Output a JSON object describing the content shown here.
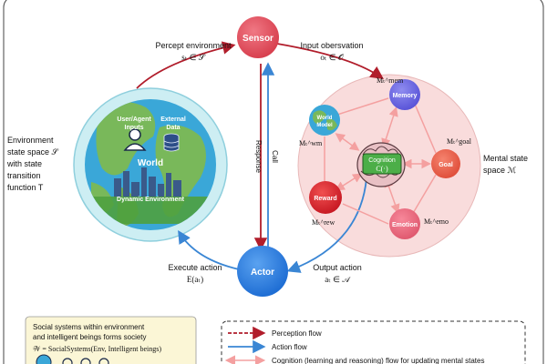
{
  "colors": {
    "perception": "#b11d2b",
    "action": "#3a86d4",
    "cognition": "#f4a0a0",
    "sensor_fill": "#e8505e",
    "actor_fill": "#2f7fe0",
    "mental_fill": "#f9dcdc",
    "world_ring": "#cdeef3",
    "ocean": "#3aa7d8",
    "land": "#79b85a"
  },
  "sensor": {
    "label": "Sensor"
  },
  "actor": {
    "label": "Actor"
  },
  "percept": {
    "title": "Percept environment",
    "math": "sₜ ∈ 𝒮"
  },
  "input_obs": {
    "title": "Input obersvation",
    "math": "oₜ ∈ 𝒪"
  },
  "execute": {
    "title": "Execute action",
    "math": "E(aₜ)"
  },
  "output_action": {
    "title": "Output action",
    "math": "aₜ ∈ 𝒜"
  },
  "env_state": {
    "line1": "Environment",
    "line2": "state space 𝒮",
    "line3": "with state",
    "line4": "transition",
    "line5": "function  T"
  },
  "mental_state": {
    "line1": "Mental state",
    "line2": "space ℳ"
  },
  "world": {
    "title": "World",
    "user_inputs_1": "User/Agent",
    "user_inputs_2": "Inputs",
    "external_1": "External",
    "external_2": "Data",
    "dynamic": "Dynamic Environment"
  },
  "call_label": "Call",
  "response_label": "Response",
  "modules": {
    "memory": "Memory",
    "world_model_1": "World",
    "world_model_2": "Model",
    "goal": "Goal",
    "reward": "Reward",
    "emotion": "Emotion",
    "cognition": "Cognition",
    "cognition_math": "C(·)"
  },
  "mental_symbols": {
    "mem": "Mₜ^mem",
    "wm": "Mₜ^wm",
    "goal": "Mₜ^goal",
    "rew": "Mₜ^rew",
    "emo": "Mₜ^emo"
  },
  "social_box": {
    "line1": "Social systems within environment",
    "line2": "and intelligent beings forms society",
    "formula": "𝒲 = SocialSystems(Env, Intelligent beings)"
  },
  "legend": {
    "perception": "Perception flow",
    "action": "Action flow",
    "cognition": "Cognition (learning and reasoning) flow for updating mental states"
  }
}
